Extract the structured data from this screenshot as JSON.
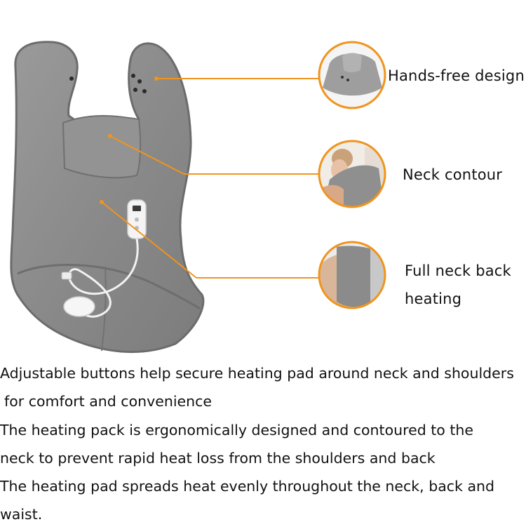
{
  "colors": {
    "accent": "#f0941e",
    "pad_gray": "#8c8c8c",
    "text": "#111111"
  },
  "features": [
    {
      "label": "Hands-free design",
      "icon": "shoulder-wrap-product-photo"
    },
    {
      "label": "Neck contour",
      "icon": "woman-wearing-pad-photo"
    },
    {
      "label_lines": [
        "Full neck back",
        "heating"
      ],
      "icon": "back-view-wearing-pad-photo"
    }
  ],
  "description_lines": [
    "Adjustable buttons help secure heating pad around neck and shoulders",
    " for comfort and convenience",
    "The heating pack is ergonomically designed and contoured to the",
    "neck to prevent rapid heat loss from the shoulders and back",
    "The heating pad spreads heat evenly throughout the neck, back and",
    "waist."
  ]
}
